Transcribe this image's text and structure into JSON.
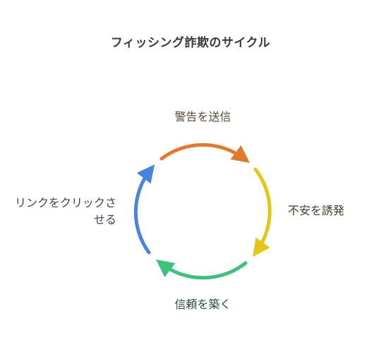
{
  "title": "フィッシング詐欺のサイクル",
  "steps": [
    {
      "label": "警告を送信",
      "color": "#e07b2e"
    },
    {
      "label": "不安を誘発",
      "color": "#e3c619"
    },
    {
      "label": "信頼を築く",
      "color": "#3fc07b"
    },
    {
      "label": "リンクをクリックさせる",
      "color": "#4a82e0"
    }
  ]
}
